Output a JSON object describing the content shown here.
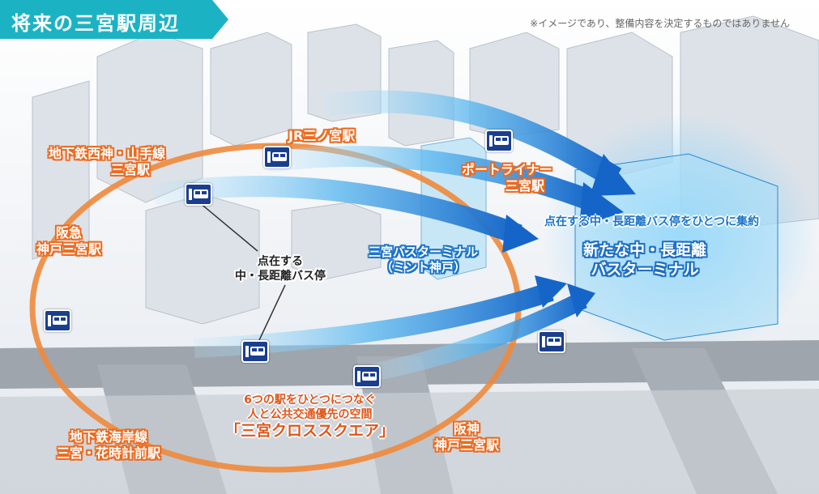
{
  "header": {
    "title": "将来の三宮駅周辺"
  },
  "note": "※イメージであり、整備内容を決定するものではありません",
  "stations": {
    "jr": "JR三ノ宮駅",
    "subway_seishin_1": "地下鉄西神・山手線",
    "subway_seishin_2": "三宮駅",
    "hankyu_1": "阪急",
    "hankyu_2": "神戸三宮駅",
    "portliner_1": "ポートライナー",
    "portliner_2": "三宮駅",
    "kaigan_1": "地下鉄海岸線",
    "kaigan_2": "三宮・花時計前駅",
    "hanshin_1": "阪神",
    "hanshin_2": "神戸三宮駅"
  },
  "scattered_stops": {
    "line1": "点在する",
    "line2": "中・長距離バス停"
  },
  "mint_terminal": {
    "line1": "三宮バスターミナル",
    "line2": "（ミント神戸）"
  },
  "new_terminal": {
    "caption": "点在する中・長距離バス停をひとつに集約",
    "line1": "新たな中・長距離",
    "line2": "バスターミナル"
  },
  "cross_square": {
    "line1": "6つの駅をひとつにつなぐ",
    "line2": "人と公共交通優先の空間",
    "name": "「三宮クロススクエア」"
  },
  "icons": {
    "bus_stop": "bus-stop-icon"
  },
  "colors": {
    "header_teal": "#1bb3c4",
    "station_orange": "#ee6a1e",
    "arrow_blue": "#1a7ad6",
    "terminal_blue": "#1e6fc4"
  }
}
